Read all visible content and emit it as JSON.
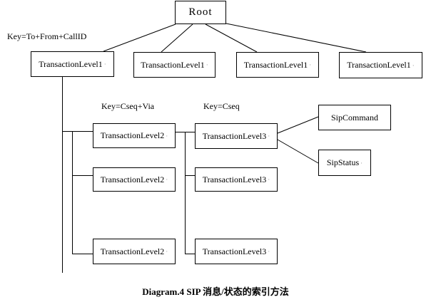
{
  "diagram": {
    "caption": "Diagram.4 SIP 消息/状态的索引方法",
    "paragraph_mark": "·",
    "colors": {
      "background": "#ffffff",
      "line": "#000000",
      "box_border": "#000000",
      "text": "#000000"
    },
    "tree": {
      "root": {
        "label": "Root"
      },
      "level1": {
        "key_label": "Key=To+From+CallID",
        "nodes": [
          {
            "label": "TransactionLevel1"
          },
          {
            "label": "TransactionLevel1"
          },
          {
            "label": "TransactionLevel1"
          },
          {
            "label": "TransactionLevel1"
          }
        ]
      },
      "level2": {
        "key_label": "Key=Cseq+Via",
        "nodes": [
          {
            "label": "TransactionLevel2"
          },
          {
            "label": "TransactionLevel2"
          },
          {
            "label": "TransactionLevel2"
          }
        ]
      },
      "level3": {
        "key_label": "Key=Cseq",
        "nodes": [
          {
            "label": "TransactionLevel3"
          },
          {
            "label": "TransactionLevel3"
          },
          {
            "label": "TransactionLevel3"
          }
        ]
      },
      "leaves": {
        "nodes": [
          {
            "label": "SipCommand"
          },
          {
            "label": "SipStatus"
          }
        ]
      }
    }
  }
}
